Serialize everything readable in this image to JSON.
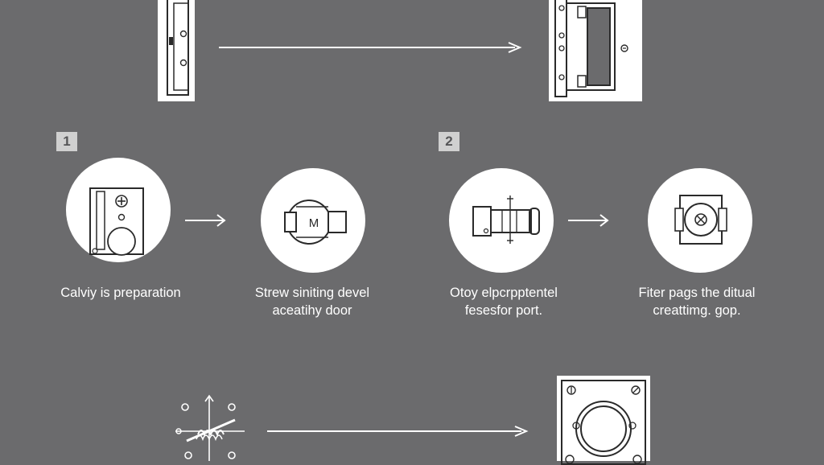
{
  "steps": [
    {
      "number": "1"
    },
    {
      "number": "2"
    }
  ],
  "captions": [
    {
      "line1": "Calviy is preparation",
      "line2": ""
    },
    {
      "line1": "Strew siniting devel",
      "line2": "aceatihy door"
    },
    {
      "line1": "Otoy elpcrpptentel",
      "line2": "fesesfor port."
    },
    {
      "line1": "Fiter pags the ditual",
      "line2": "creattimg. gop."
    }
  ],
  "icons": {
    "hinge_plate_left": "hinge-plate-icon",
    "hinge_mounted_right": "mounted-hinge-icon",
    "lock_plate": "lock-plate-icon",
    "motor": "motor-icon",
    "cylinder": "cylinder-icon",
    "knob": "knob-icon",
    "spring_assembly": "spring-assembly-icon",
    "mounting_plate": "mounting-plate-icon"
  },
  "motor_label": "M",
  "colors": {
    "background": "#6b6b6d",
    "panel": "#ffffff",
    "line": "#2a2a2a",
    "arrow": "#ffffff",
    "badge": "#d0d0d0"
  }
}
